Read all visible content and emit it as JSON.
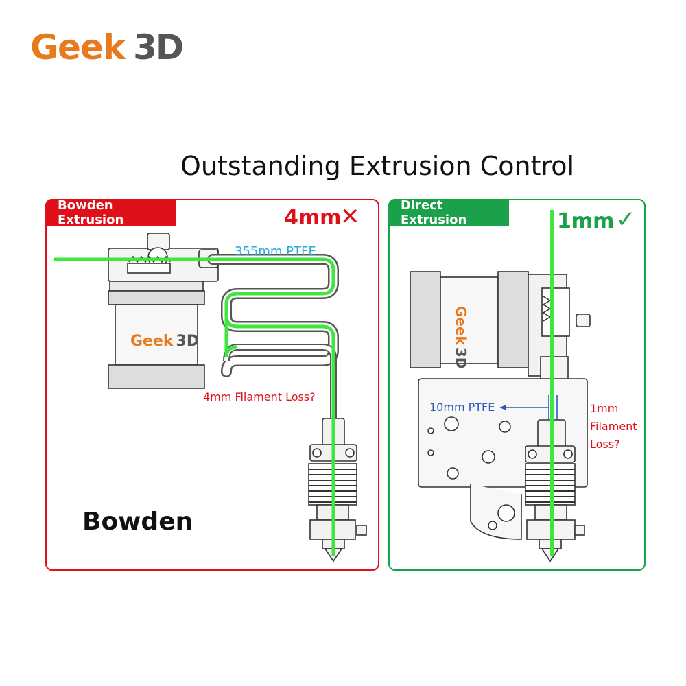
{
  "logo": {
    "text_a": "Geek",
    "text_b": "3D",
    "color_a": "#e87a1e",
    "color_b": "#555555"
  },
  "title": "Outstanding Extrusion Control",
  "colors": {
    "bowden": "#e0101a",
    "direct": "#1aa14a",
    "filament": "#3ee63e",
    "ptfe_label": "#2aa8e0",
    "ptfe_arrow": "#2a5ab8"
  },
  "bowden_panel": {
    "tag": "Bowden Extrusion",
    "loss_value": "4mm",
    "mark": "✕",
    "ptfe_label": "355mm PTFE",
    "loss_question": "4mm Filament Loss?",
    "motor_brand_a": "Geek",
    "motor_brand_b": "3D",
    "caption": "Bowden"
  },
  "direct_panel": {
    "tag": "Direct Extrusion",
    "loss_value": "1mm",
    "mark": "✓",
    "ptfe_label": "10mm PTFE",
    "loss_question_1": "1mm",
    "loss_question_2": "Filament",
    "loss_question_3": "Loss?",
    "motor_brand_a": "Geek",
    "motor_brand_b": "3D"
  }
}
